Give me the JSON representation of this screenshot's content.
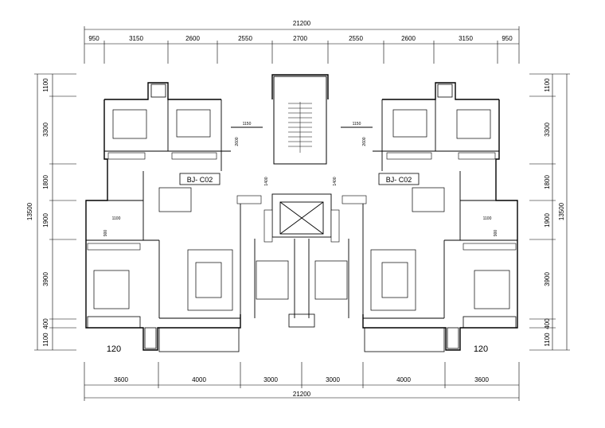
{
  "dimensions": {
    "top_total": "21200",
    "top_segments": [
      "950",
      "3150",
      "2600",
      "2550",
      "2700",
      "2550",
      "2600",
      "3150",
      "950"
    ],
    "bottom_total": "21200",
    "bottom_segments": [
      "3600",
      "4000",
      "3000",
      "3000",
      "4000",
      "3600"
    ],
    "left_total": "13500",
    "left_segments": [
      "1100",
      "3300",
      "1800",
      "1900",
      "3900",
      "400",
      "1100"
    ],
    "right_total": "13500",
    "right_segments": [
      "1100",
      "3300",
      "1800",
      "1900",
      "3900",
      "400",
      "1100"
    ]
  },
  "units": {
    "left_code": "BJ- C02",
    "right_code": "BJ- C02",
    "left_area": "120",
    "right_area": "120"
  },
  "labels": {
    "left_wc_dim": "1150",
    "right_wc_dim": "1150",
    "left_v_dim": "2600",
    "right_v_dim": "2600",
    "left_corr_dim": "1400",
    "right_corr_dim": "1400",
    "left_toilet_dim": "1100",
    "right_toilet_dim": "1100",
    "left_small_900": "900",
    "right_small_900": "900"
  }
}
